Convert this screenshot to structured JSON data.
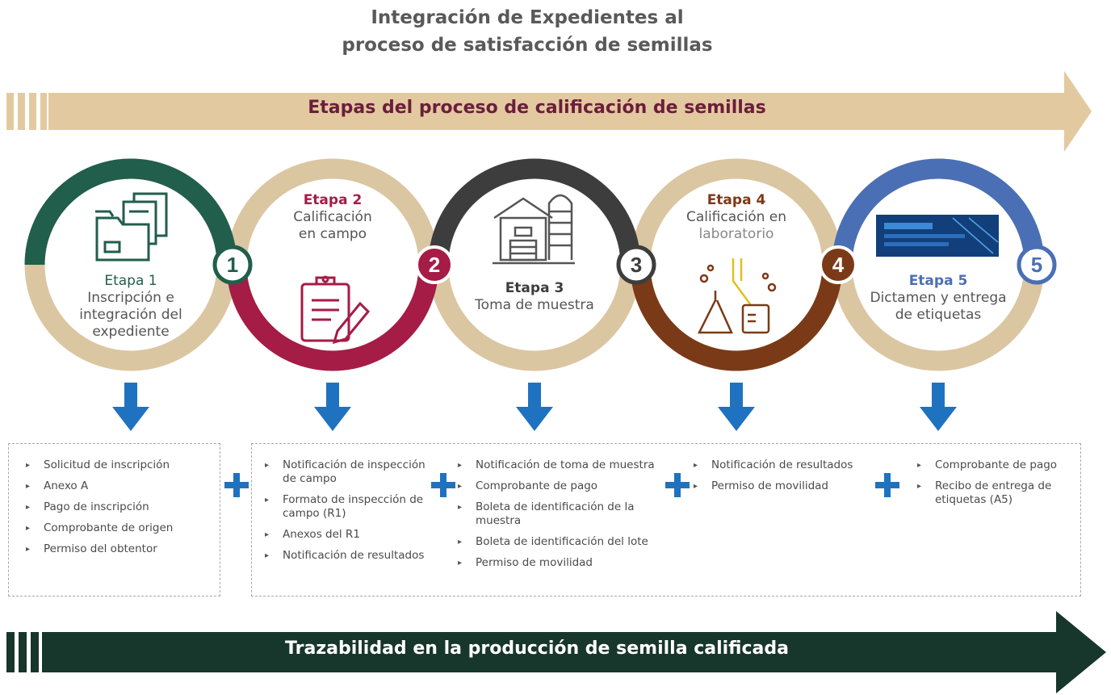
{
  "title": {
    "line1": "Integración de Expedientes al",
    "line2": "proceso de satisfacción de semillas"
  },
  "band_top": "Etapas del proceso de calificación de semillas",
  "band_bottom": "Trazabilidad en la producción de semilla calificada",
  "stages": [
    {
      "number": "1",
      "etapa": "Etapa 1",
      "desc1": "Inscripción e",
      "desc2": "integración del",
      "desc3": "expediente",
      "color": "#215e4c",
      "icon": "folders-icon"
    },
    {
      "number": "2",
      "etapa": "Etapa 2",
      "desc1": "Calificación",
      "desc2": "en campo",
      "color": "#a51c46",
      "icon": "clipboard-pencil-icon"
    },
    {
      "number": "3",
      "etapa": "Etapa 3",
      "desc1": "Toma de muestra",
      "color": "#3d3d3d",
      "icon": "barn-silo-icon"
    },
    {
      "number": "4",
      "etapa": "Etapa 4",
      "desc1": "Calificación en",
      "desc2": "laboratorio",
      "color": "#7b3a17",
      "icon": "lab-flasks-icon"
    },
    {
      "number": "5",
      "etapa": "Etapa 5",
      "desc1": "Dictamen y entrega",
      "desc2": "de etiquetas",
      "color": "#4a6fb5",
      "icon": "labels-screen-icon"
    }
  ],
  "documents": {
    "stage1": [
      "Solicitud de inscripción",
      "Anexo A",
      "Pago de inscripción",
      "Comprobante de origen",
      "Permiso del obtentor"
    ],
    "stage2": [
      "Notificación de inspección de campo",
      "Formato de inspección de campo (R1)",
      "Anexos del R1",
      "Notificación de resultados"
    ],
    "stage3": [
      "Notificación de toma de muestra",
      "Comprobante de pago",
      "Boleta de identificación de la muestra",
      "Boleta de identificación del lote",
      "Permiso de movilidad"
    ],
    "stage4": [
      "Notificación de resultados",
      "Permiso de movilidad"
    ],
    "stage5": [
      "Comprobante de pago",
      "Recibo de entrega de etiquetas (A5)"
    ]
  },
  "colors": {
    "band_top": "#e3c9a0",
    "band_bottom": "#17362c",
    "ring_tan": "#dbc6a2",
    "arrow_blue": "#1f72c0"
  }
}
